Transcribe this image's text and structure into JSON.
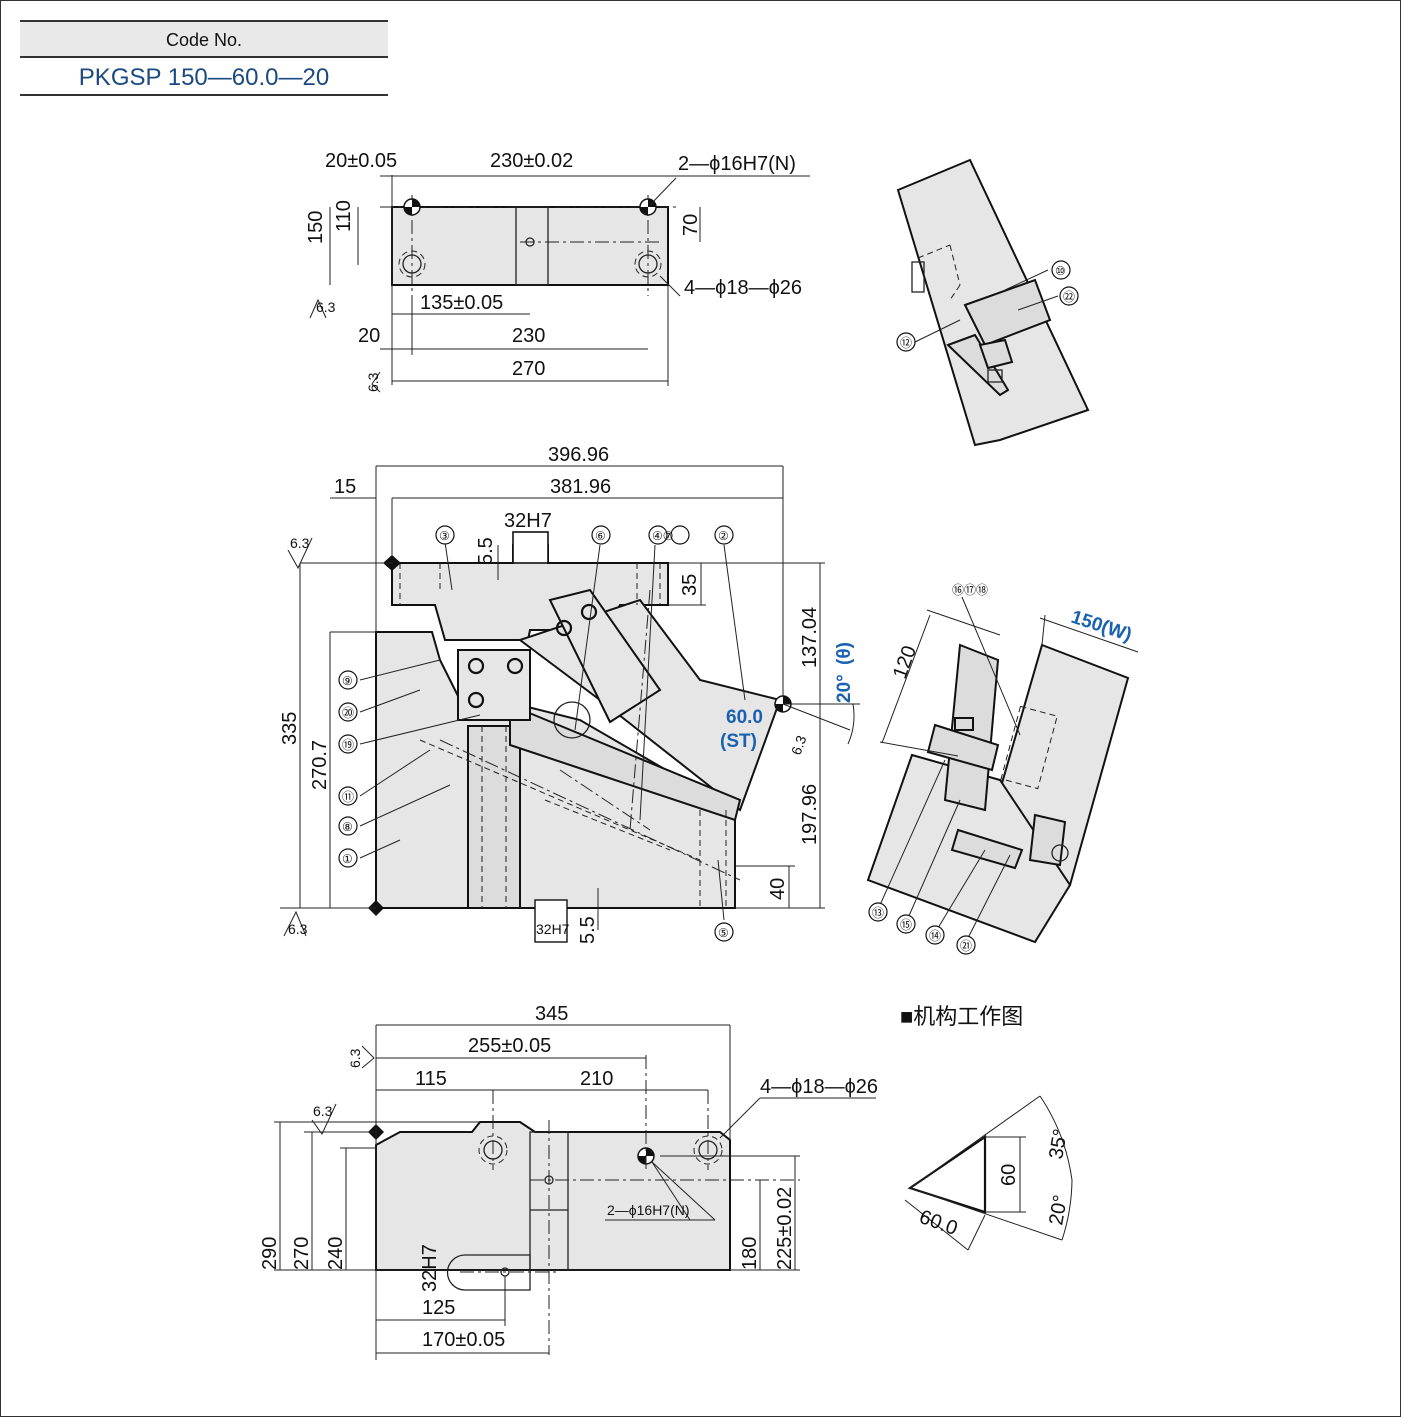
{
  "code": {
    "label": "Code No.",
    "value": "PKGSP 150—60.0—20"
  },
  "top_view": {
    "d_20tol": "20±0.05",
    "d_230tol": "230±0.02",
    "hole_dowel": "2—ϕ16H7(N)",
    "d_150": "150",
    "d_110": "110",
    "d_70": "70",
    "hole_bolt": "4—ϕ18—ϕ26",
    "d_135tol": "135±0.05",
    "d_20": "20",
    "d_230": "230",
    "d_270": "270",
    "rough_1": "6.3",
    "rough_2": "6.3"
  },
  "front_view": {
    "d_39696": "396.96",
    "d_15": "15",
    "d_38196": "381.96",
    "d_32H7_top": "32H7",
    "d_55_top": "5.5",
    "d_35": "35",
    "d_13704": "137.04",
    "d_theta": "(θ)",
    "d_20deg": "20°",
    "d_st_value": "60.0",
    "d_st_label": "(ST)",
    "d_335": "335",
    "d_2707": "270.7",
    "d_19796": "197.96",
    "d_40": "40",
    "d_32H7_bot": "32H7",
    "d_55_bot": "5.5",
    "rough_top": "6.3",
    "rough_bot": "6.3",
    "rough_st": "6.3"
  },
  "part_numbers": {
    "p1": "①",
    "p2": "②",
    "p3": "③",
    "p4": "④",
    "p5": "⑤",
    "p6": "⑥",
    "p7": "⑦",
    "p8": "⑧",
    "p9": "⑨",
    "p10": "⑩",
    "p11": "⑪",
    "p12": "⑫",
    "p13": "⑬",
    "p14": "⑭",
    "p15": "⑮",
    "p161718": "⑯⑰⑱",
    "p19": "⑲",
    "p20": "⑳",
    "p21": "㉑",
    "p22": "㉒",
    "p47": "④⑦"
  },
  "side_view": {
    "d_120": "120",
    "d_150W": "150(W)"
  },
  "bottom_view": {
    "d_345": "345",
    "d_255tol": "255±0.05",
    "d_115": "115",
    "d_210": "210",
    "hole_bolt": "4—ϕ18—ϕ26",
    "hole_dowel": "2—ϕ16H7(N)",
    "d_290": "290",
    "d_270": "270",
    "d_240": "240",
    "d_32H7": "32H7",
    "d_180": "180",
    "d_225tol": "225±0.02",
    "d_125": "125",
    "d_170tol": "170±0.05",
    "rough_1": "6.3",
    "rough_2": "6.3"
  },
  "mechanism": {
    "title": "■机构工作图",
    "d_60": "60",
    "d_600": "60.0",
    "d_35deg": "35°",
    "d_20deg": "20°"
  }
}
